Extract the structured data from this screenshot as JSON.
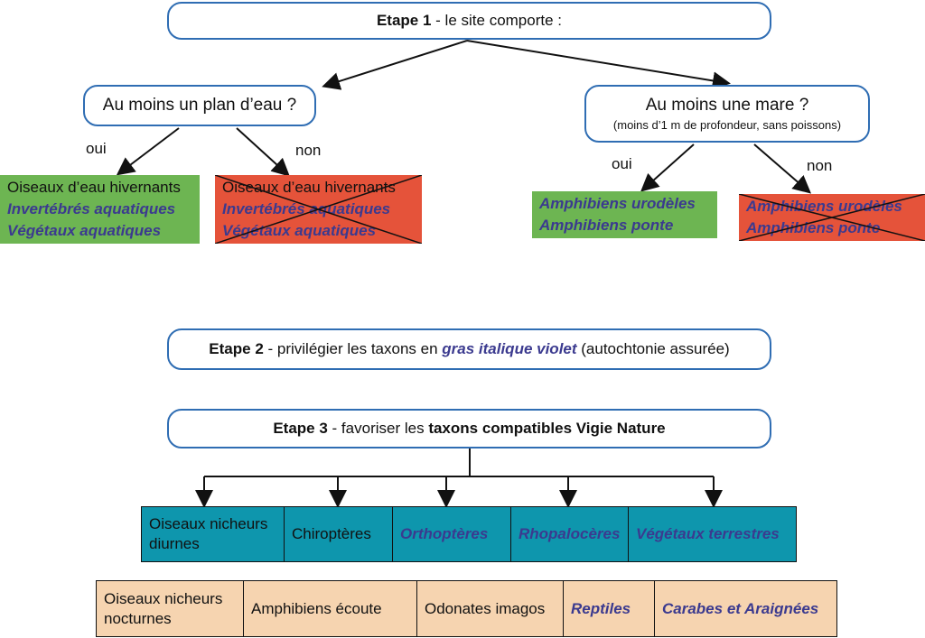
{
  "step1": {
    "title_bold": "Etape 1",
    "title_rest": " - le site comporte :"
  },
  "branch_left": {
    "question": "Au moins un plan d’eau ?",
    "yes_label": "oui",
    "no_label": "non",
    "yes_box": {
      "line1": "Oiseaux d’eau hivernants",
      "line2": "Invertébrés aquatiques",
      "line3": "Végétaux aquatiques"
    },
    "no_box": {
      "line1": "Oiseaux d’eau hivernants",
      "line2": "Invertébrés aquatiques",
      "line3": "Végétaux aquatiques"
    }
  },
  "branch_right": {
    "question": "Au moins une mare ?",
    "question_sub": "(moins d’1 m de profondeur, sans poissons)",
    "yes_label": "oui",
    "no_label": "non",
    "yes_box": {
      "line1": "Amphibiens urodèles",
      "line2": "Amphibiens ponte"
    },
    "no_box": {
      "line1": "Amphibiens urodèles",
      "line2": "Amphibiens ponte"
    }
  },
  "step2": {
    "title_bold": "Etape 2",
    "text_before": " - privilégier les taxons en ",
    "highlight": "gras italique violet",
    "text_after": " (autochtonie assurée)"
  },
  "step3": {
    "title_bold": "Etape 3",
    "text_before": " - favoriser les ",
    "text_bold": "taxons compatibles Vigie Nature"
  },
  "teal_row": [
    {
      "text": "Oiseaux nicheurs diurnes",
      "emphasis": false
    },
    {
      "text": "Chiroptères",
      "emphasis": false
    },
    {
      "text": "Orthoptères",
      "emphasis": true
    },
    {
      "text": "Rhopalocères",
      "emphasis": true
    },
    {
      "text": "Végétaux terrestres",
      "emphasis": true
    }
  ],
  "peach_row": [
    {
      "text": "Oiseaux nicheurs nocturnes",
      "emphasis": false
    },
    {
      "text": "Amphibiens écoute",
      "emphasis": false
    },
    {
      "text": "Odonates imagos",
      "emphasis": false
    },
    {
      "text": "Reptiles",
      "emphasis": true
    },
    {
      "text": "Carabes et Araignées",
      "emphasis": true
    }
  ],
  "colors": {
    "pill_border": "#2f6db3",
    "yes_fill": "#6db552",
    "no_fill": "#e5533a",
    "teal_fill": "#0e96ad",
    "peach_fill": "#f6d4b0",
    "emphasis_text": "#3b3a8f"
  }
}
